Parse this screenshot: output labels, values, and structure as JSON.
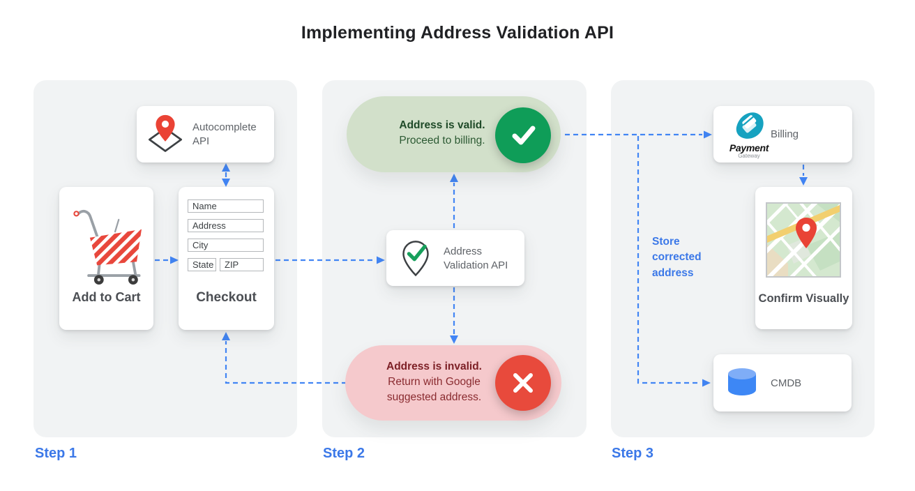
{
  "title": "Implementing Address Validation API",
  "colors": {
    "accent_blue": "#4285F4",
    "valid_green": "#0F9D58",
    "invalid_red": "#EA4335",
    "valid_pill_bg": "#D2E0CA",
    "invalid_pill_bg": "#F5C9CC",
    "panel_gray": "#F1F3F4"
  },
  "step1": {
    "label": "Step 1",
    "autocomplete_card": {
      "label": "Autocomplete API",
      "icon": "map-pin-diamond"
    },
    "add_to_cart_card": {
      "label": "Add to Cart",
      "icon": "shopping-cart"
    },
    "checkout_card": {
      "label": "Checkout",
      "fields": [
        "Name",
        "Address",
        "City",
        "State",
        "ZIP"
      ]
    }
  },
  "step2": {
    "label": "Step 2",
    "valid_pill": {
      "title": "Address is valid.",
      "subtitle": "Proceed to billing.",
      "icon": "check"
    },
    "validation_card": {
      "label": "Address Validation API",
      "icon": "map-pin-check"
    },
    "invalid_pill": {
      "title": "Address is invalid.",
      "subtitle": "Return with Google suggested address.",
      "icon": "x"
    }
  },
  "step3": {
    "label": "Step 3",
    "billing_card": {
      "label": "Billing",
      "logo_title": "Payment",
      "logo_subtitle": "Gateway"
    },
    "confirm_card": {
      "label": "Confirm Visually",
      "icon": "map-thumbnail"
    },
    "cmdb_card": {
      "label": "CMDB",
      "icon": "database"
    },
    "store_note": "Store corrected address"
  }
}
